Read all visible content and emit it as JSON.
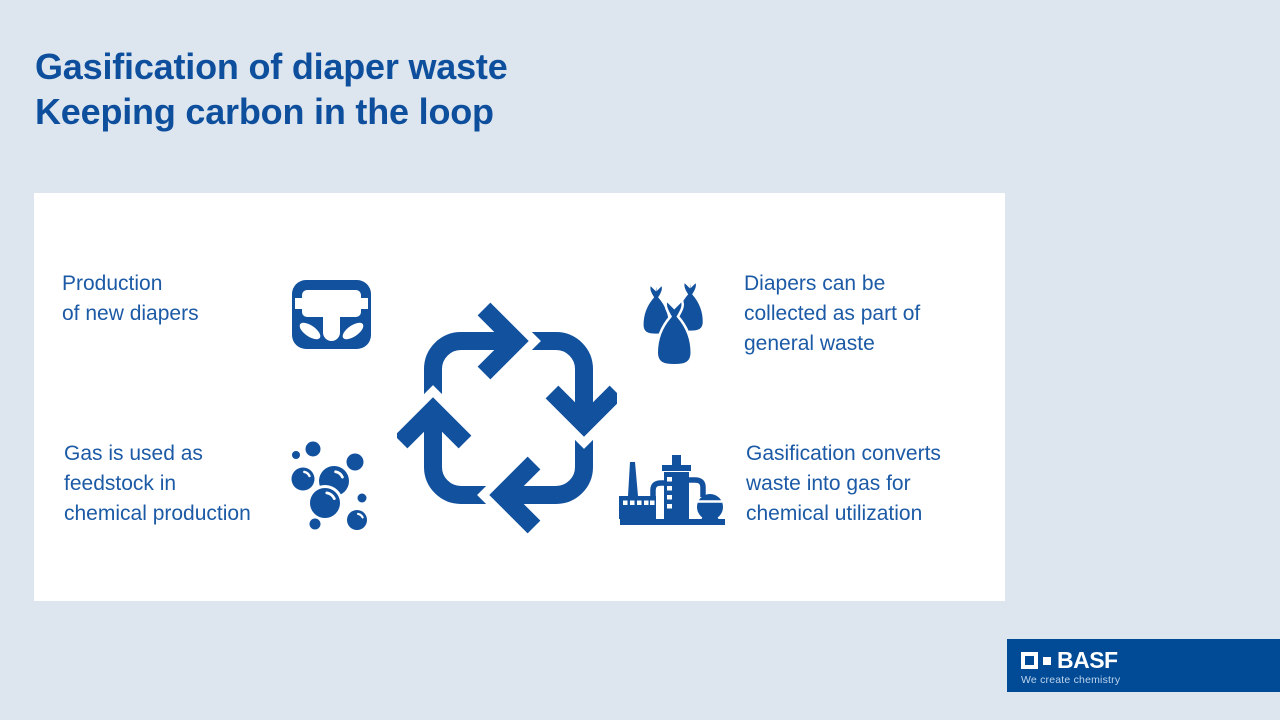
{
  "title": {
    "line1": "Gasification of diaper waste",
    "line2": "Keeping carbon in the loop"
  },
  "cycle": {
    "steps": [
      {
        "name": "production",
        "icon": "diaper-icon",
        "lines": [
          "Production",
          "of new diapers"
        ]
      },
      {
        "name": "collection",
        "icon": "waste-bags-icon",
        "lines": [
          "Diapers can be",
          "collected as part of",
          "general waste"
        ]
      },
      {
        "name": "gasification",
        "icon": "chemical-plant-icon",
        "lines": [
          "Gasification converts",
          "waste into gas for",
          "chemical utilization"
        ]
      },
      {
        "name": "feedstock",
        "icon": "gas-bubbles-icon",
        "lines": [
          "Gas is used as",
          "feedstock in",
          "chemical production"
        ]
      }
    ]
  },
  "footer": {
    "brand": "BASF",
    "tagline": "We create chemistry"
  },
  "colors": {
    "background": "#dde5ee",
    "card": "#ffffff",
    "title": "#0e4f9d",
    "body_text": "#1c5aa6",
    "icon": "#12519e",
    "footer_bg": "#004a96",
    "footer_tagline": "#bed4eb"
  }
}
